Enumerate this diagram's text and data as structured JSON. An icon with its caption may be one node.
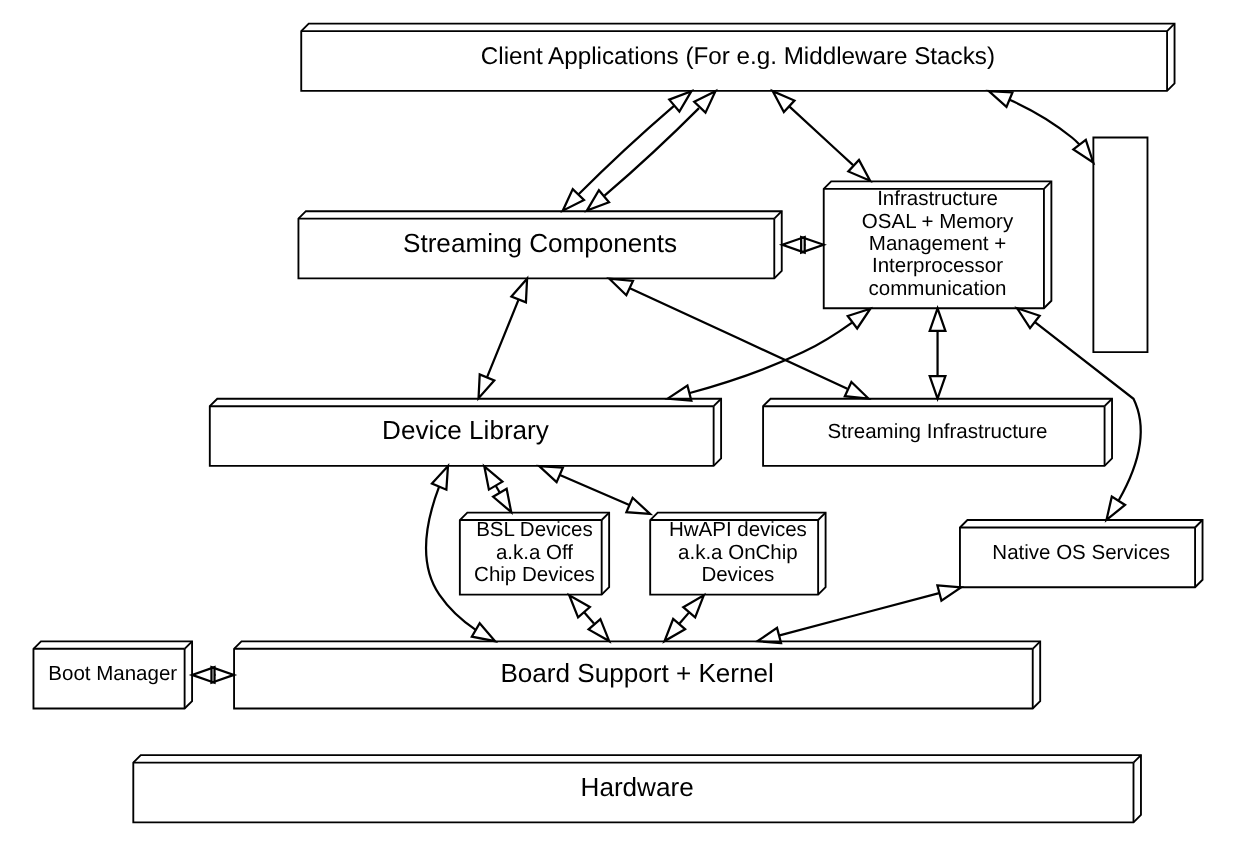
{
  "diagram": {
    "nodes": [
      {
        "text": [
          "Client Applications (For e.g. Middleware Stacks)"
        ]
      },
      {
        "text": [
          "Streaming Components"
        ]
      },
      {
        "text": [
          "Streaming Infrastructure"
        ]
      },
      {
        "text": [
          "Infrastructure",
          "OSAL + Memory Management + Interprocessor communication"
        ]
      },
      {
        "text": [],
        "shape": "box"
      },
      {
        "text": [
          "Device Library"
        ]
      },
      {
        "text": [
          "BSL Devices a.k.a Off Chip Devices"
        ]
      },
      {
        "text": [
          "HwAPI devices a.k.a OnChip Devices"
        ]
      },
      {
        "text": [
          "Native OS Services"
        ]
      },
      {
        "text": [
          "Boot Manager"
        ]
      },
      {
        "text": [
          "Board Support + Kernel"
        ]
      },
      {
        "text": [
          "Hardware"
        ]
      }
    ],
    "edges": [
      {
        "from": 0,
        "to": 1,
        "arrow": "both"
      },
      {
        "from": 0,
        "to": 1,
        "arrow": "both"
      },
      {
        "from": 0,
        "to": 3,
        "arrow": "both"
      },
      {
        "from": 0,
        "to": 4,
        "arrow": "both"
      },
      {
        "from": 1,
        "to": 3,
        "arrow": "both"
      },
      {
        "from": 1,
        "to": 2,
        "arrow": "both"
      },
      {
        "from": 2,
        "to": 3,
        "arrow": "both"
      },
      {
        "from": 1,
        "to": 5,
        "arrow": "both"
      },
      {
        "from": 5,
        "to": 3,
        "arrow": "both"
      },
      {
        "from": 5,
        "to": 6,
        "arrow": "both"
      },
      {
        "from": 5,
        "to": 7,
        "arrow": "both"
      },
      {
        "from": 3,
        "to": 8,
        "arrow": "both"
      },
      {
        "from": 5,
        "to": 10,
        "arrow": "both"
      },
      {
        "from": 6,
        "to": 10,
        "arrow": "both"
      },
      {
        "from": 7,
        "to": 10,
        "arrow": "both"
      },
      {
        "from": 8,
        "to": 10,
        "arrow": "both"
      },
      {
        "from": 9,
        "to": 10,
        "arrow": "both"
      }
    ]
  }
}
